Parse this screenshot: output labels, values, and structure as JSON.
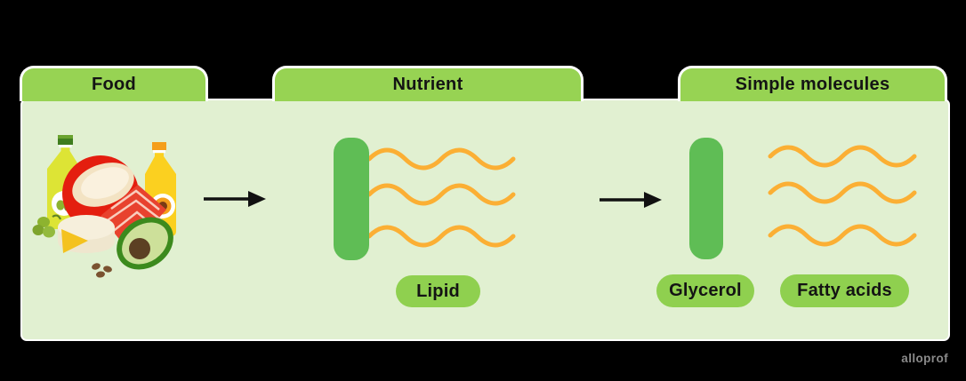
{
  "tabs": {
    "food": "Food",
    "nutrient": "Nutrient",
    "simple_molecules": "Simple molecules"
  },
  "labels": {
    "lipid": "Lipid",
    "glycerol": "Glycerol",
    "fatty_acids": "Fatty acids"
  },
  "watermark": "alloprof",
  "colors": {
    "background": "#000000",
    "panel": "#E1F0D1",
    "tab_green": "#97D353",
    "pill_green": "#8FD04F",
    "bar_green": "#5FBD55",
    "wave_orange": "#FBAF34",
    "arrow_black": "#111111",
    "text": "#141414",
    "watermark_gray": "#8A8A8A",
    "border_white": "#FFFFFF"
  },
  "illustration": {
    "name": "fatty-foods",
    "items": [
      "olive-oil-bottle",
      "sunflower-oil-bottle",
      "coconut",
      "salmon-fillet",
      "cheese-wheel",
      "avocado-half",
      "olives",
      "seeds"
    ]
  },
  "structure": {
    "lipid_chains": 3,
    "fatty_acid_chains": 3,
    "arrows": 2
  }
}
